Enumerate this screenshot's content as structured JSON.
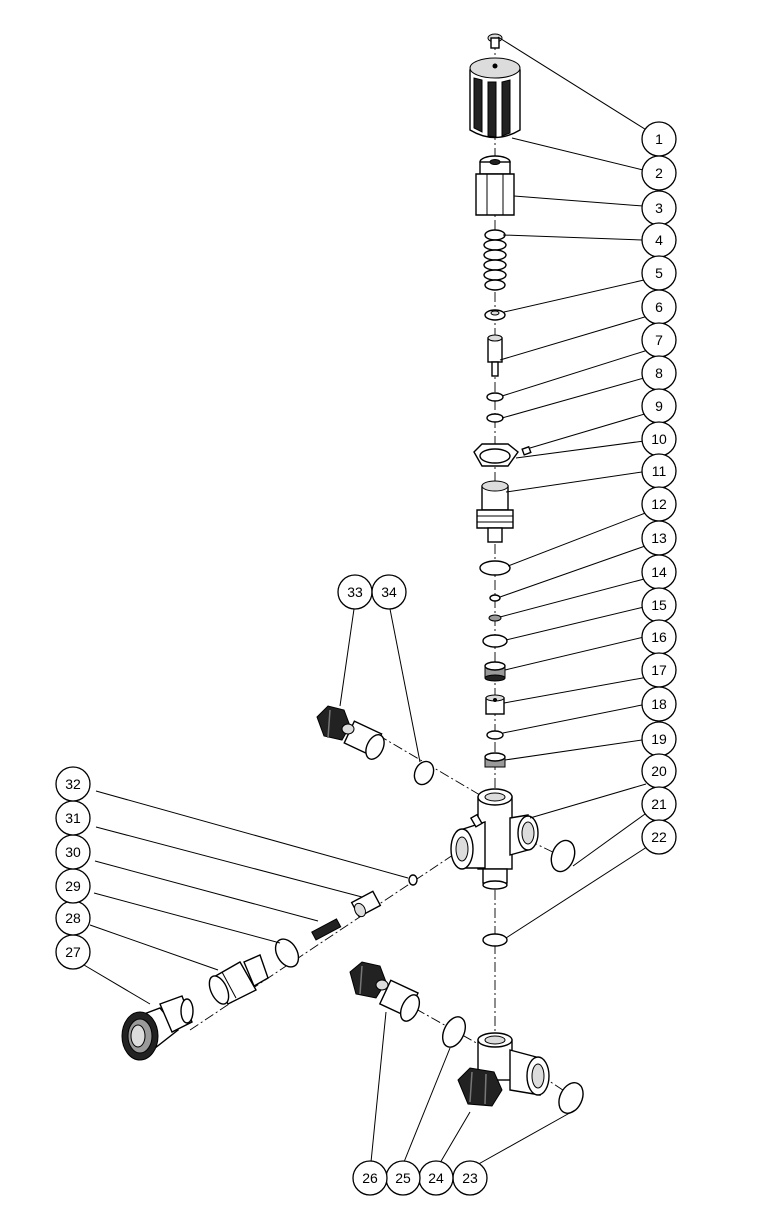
{
  "diagram": {
    "type": "exploded-parts-view",
    "callouts": [
      "1",
      "2",
      "3",
      "4",
      "5",
      "6",
      "7",
      "8",
      "9",
      "10",
      "11",
      "12",
      "13",
      "14",
      "15",
      "16",
      "17",
      "18",
      "19",
      "20",
      "21",
      "22",
      "23",
      "24",
      "25",
      "26",
      "27",
      "28",
      "29",
      "30",
      "31",
      "32",
      "33",
      "34"
    ]
  }
}
